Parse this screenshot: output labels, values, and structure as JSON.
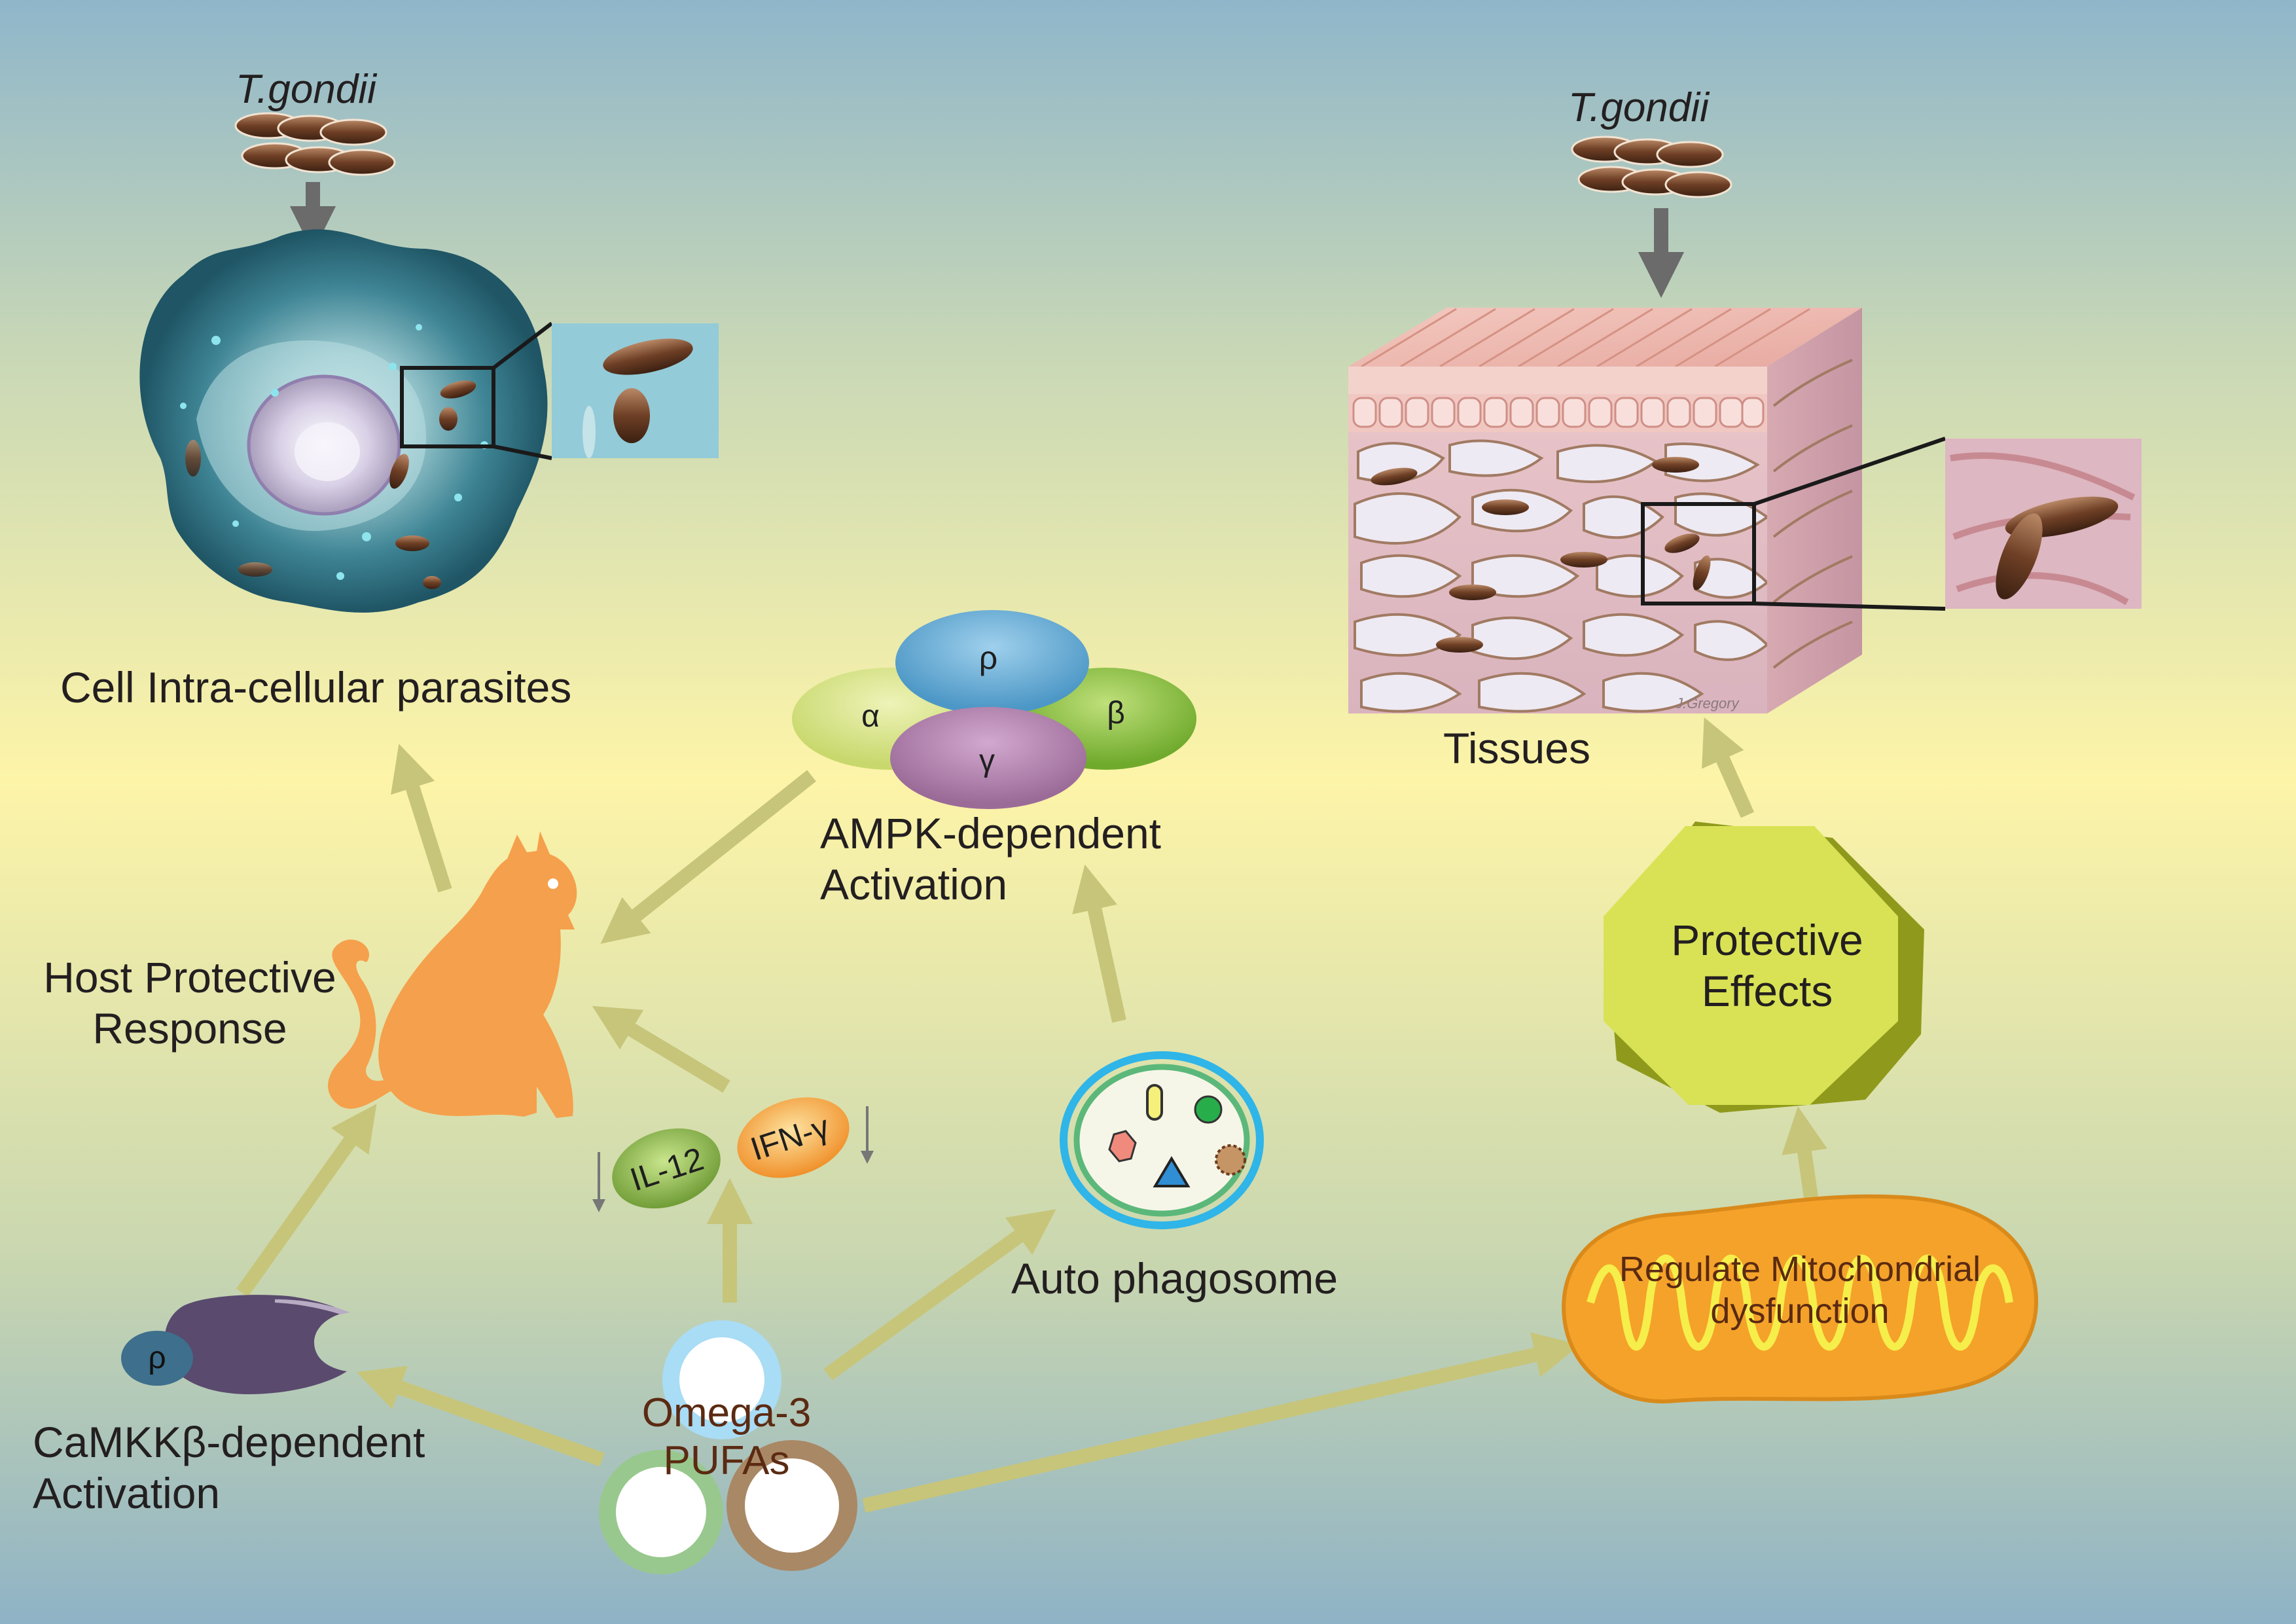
{
  "labels": {
    "pathogen_left": "T.gondii",
    "pathogen_right": "T.gondii",
    "cell": "Cell Intra-cellular parasites",
    "tissues": "Tissues",
    "host_line1": "Host Protective",
    "host_line2": "Response",
    "ampk_line1": "AMPK-dependent",
    "ampk_line2": "Activation",
    "protective_line1": "Protective",
    "protective_line2": "Effects",
    "autophagosome": "Auto phagosome",
    "mito_line1": "Regulate Mitochondrial",
    "mito_line2": "dysfunction",
    "camkk_line1": "CaMKKβ-dependent",
    "camkk_line2": "Activation",
    "omega_line1": "Omega-3",
    "omega_line2": "PUFAs",
    "il12": "IL-12",
    "ifng": "IFN-γ",
    "subunit_rho": "ρ",
    "subunit_alpha": "α",
    "subunit_beta": "β",
    "subunit_gamma": "γ",
    "camkk_rho": "ρ",
    "watermark": "J.Gregory"
  },
  "colors": {
    "arrow": "#c7c57a",
    "dark_arrow": "#6b6b6b",
    "cat": "#f5a04c",
    "ampk_rho": "#5fa8d3",
    "ampk_alpha": "#d6e48c",
    "ampk_beta": "#8cc63f",
    "ampk_gamma": "#b585b3",
    "il12": "#8ab84a",
    "ifng": "#f7a733",
    "protective": "#d9e254",
    "protective_edge": "#8f9a1c",
    "mito": "#f4a22a",
    "omega_blue": "#a9dcf5",
    "omega_green": "#98c88d",
    "omega_brown": "#a98865",
    "camkk": "#5a4a6e",
    "camkk_rho": "#3e6f8c",
    "omega_text": "#5b2a12",
    "mito_text": "#5b2a12"
  }
}
